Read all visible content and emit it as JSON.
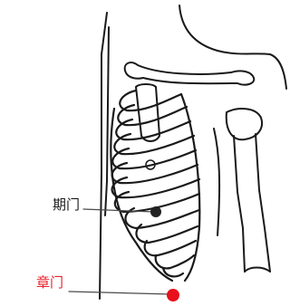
{
  "points": [
    {
      "id": "qimen",
      "label": "期门",
      "label_color": "#1a1a1a",
      "marker_color": "#222222"
    },
    {
      "id": "zhangmen",
      "label": "章门",
      "label_color": "#e8202a",
      "marker_color": "#e8101c"
    }
  ],
  "colors": {
    "line": "#1a1a1a",
    "background": "#ffffff"
  }
}
